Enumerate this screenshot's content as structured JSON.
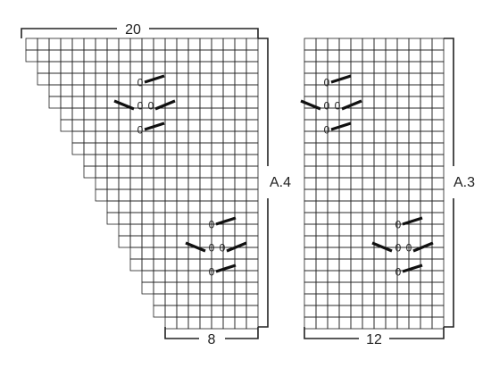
{
  "diagram_a4": {
    "title_label": "A.4",
    "top_count": "20",
    "bottom_count": "8",
    "grid_columns": 20,
    "grid_rows": 25,
    "staircase_note": "triangular chart: top row 20 stitches narrowing to 8 at bottom"
  },
  "diagram_a3": {
    "title_label": "A.3",
    "bottom_count": "12",
    "grid_columns": 12,
    "grid_rows": 25
  },
  "symbols": {
    "yarn_over": "0",
    "decrease_stroke": "slash"
  },
  "colors": {
    "grid_line": "#222222",
    "symbol_stroke": "#111111",
    "background": "#ffffff"
  }
}
